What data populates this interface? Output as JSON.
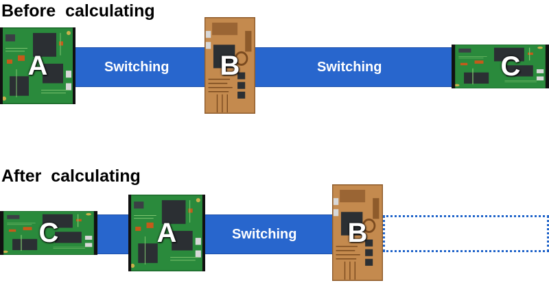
{
  "before": {
    "heading": "Before  calculating",
    "band_labels": [
      "Switching",
      "Switching"
    ],
    "boards": [
      "A",
      "B",
      "C"
    ]
  },
  "after": {
    "heading": "After  calculating",
    "band_label": "Switching",
    "boards": [
      "C",
      "A",
      "B"
    ]
  },
  "colors": {
    "band": "#2866cd",
    "green_board": "#2a8a3c",
    "brown_board": "#c48a4e",
    "slot_border": "#1f63c9"
  }
}
